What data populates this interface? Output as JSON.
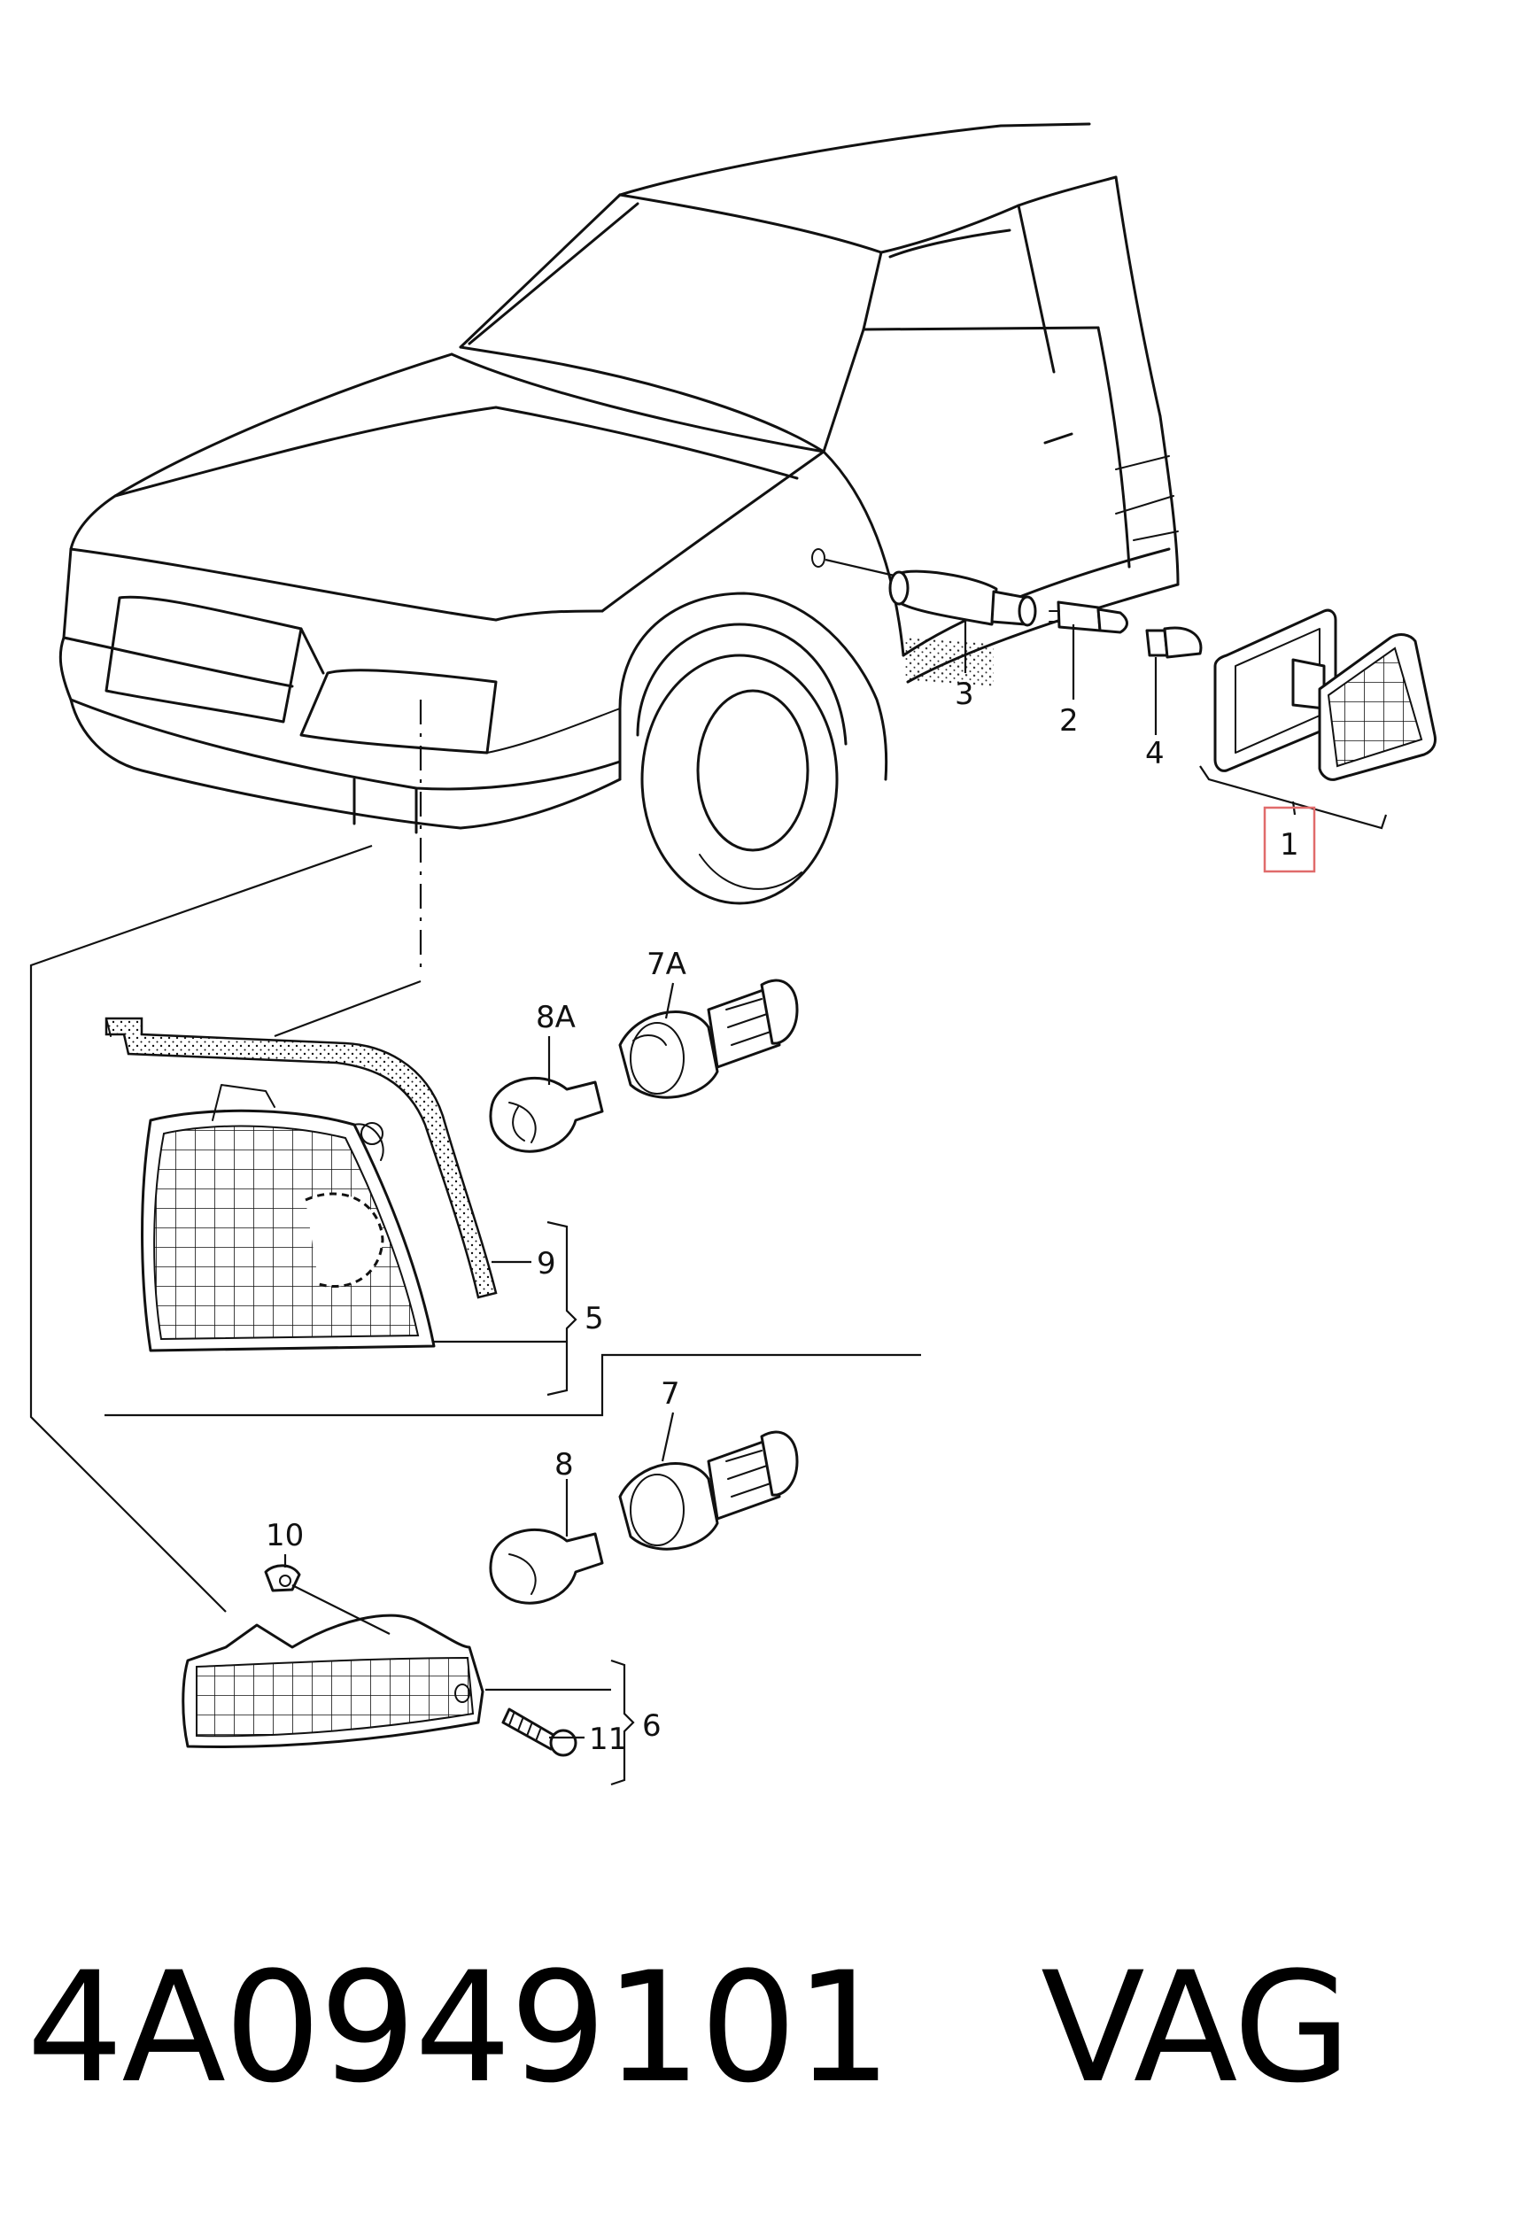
{
  "callouts": {
    "c1": "1",
    "c2": "2",
    "c3": "3",
    "c4": "4",
    "c5": "5",
    "c6": "6",
    "c7": "7",
    "c7a": "7A",
    "c8": "8",
    "c8a": "8A",
    "c9": "9",
    "c10": "10",
    "c11": "11"
  },
  "highlight_color": "#e06b6b",
  "footer": {
    "part_number": "4A0949101",
    "brand": "VAG"
  }
}
